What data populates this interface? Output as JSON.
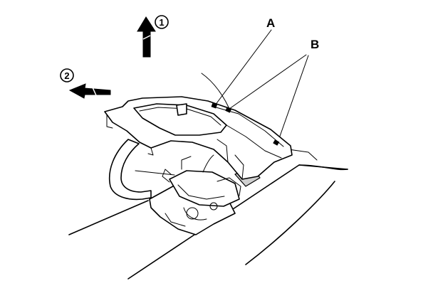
{
  "labels": {
    "step1": "1",
    "step2": "2",
    "callout_a": "A",
    "callout_b": "B"
  },
  "colors": {
    "line": "#000000",
    "background": "#ffffff"
  }
}
